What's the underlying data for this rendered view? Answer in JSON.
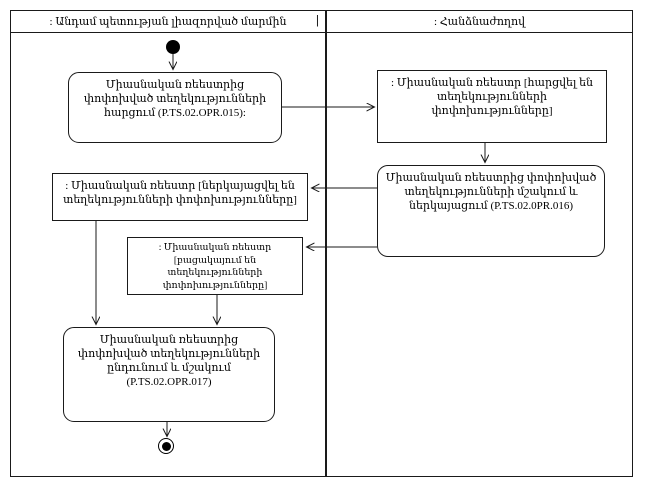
{
  "diagram": {
    "type": "uml-activity-swimlane",
    "colors": {
      "line": "#1a1a1a",
      "background": "#ffffff",
      "text": "#000000"
    },
    "lanes": {
      "left": {
        "title": ": Անդամ պետության լիազորված մարմին",
        "cursor_mark": "|"
      },
      "right": {
        "title": ": Հանձնաժողով"
      }
    },
    "nodes": {
      "start": {
        "type": "initial"
      },
      "action_request": {
        "type": "action",
        "lane": "left",
        "label": "Միասնական ռեեստրից փոփոխված տեղեկությունների հարցում (P.TS.02.OPR.015):"
      },
      "object_requested": {
        "type": "object",
        "lane": "right",
        "label": ": Միասնական ռեեստր [հարցվել են տեղեկությունների փոփոխությունները]"
      },
      "action_process_present": {
        "type": "action",
        "lane": "right",
        "label": "Միասնական ռեեստրից փոփոխված տեղեկությունների մշակում և ներկայացում (P.TS.02.0PR.016)"
      },
      "object_presented": {
        "type": "object",
        "lane": "left",
        "label": ": Միասնական ռեեստր [ներկայացվել են տեղեկությունների փոփոխությունները]"
      },
      "object_absent": {
        "type": "object",
        "lane": "left",
        "label": ": Միասնական ռեեստր [բացակայում են տեղեկությունների փոփոխությունները]"
      },
      "action_receive_process": {
        "type": "action",
        "lane": "left",
        "label": "Միասնական ռեեստրից փոփոխված տեղեկությունների ընդունում և մշակում (P.TS.02.OPR.017)"
      },
      "end": {
        "type": "final"
      }
    },
    "edges": [
      {
        "from": "start",
        "to": "action_request"
      },
      {
        "from": "action_request",
        "to": "object_requested"
      },
      {
        "from": "object_requested",
        "to": "action_process_present"
      },
      {
        "from": "action_process_present",
        "to": "object_presented"
      },
      {
        "from": "action_process_present",
        "to": "object_absent"
      },
      {
        "from": "object_presented",
        "to": "action_receive_process"
      },
      {
        "from": "object_absent",
        "to": "action_receive_process"
      },
      {
        "from": "action_receive_process",
        "to": "end"
      }
    ]
  }
}
